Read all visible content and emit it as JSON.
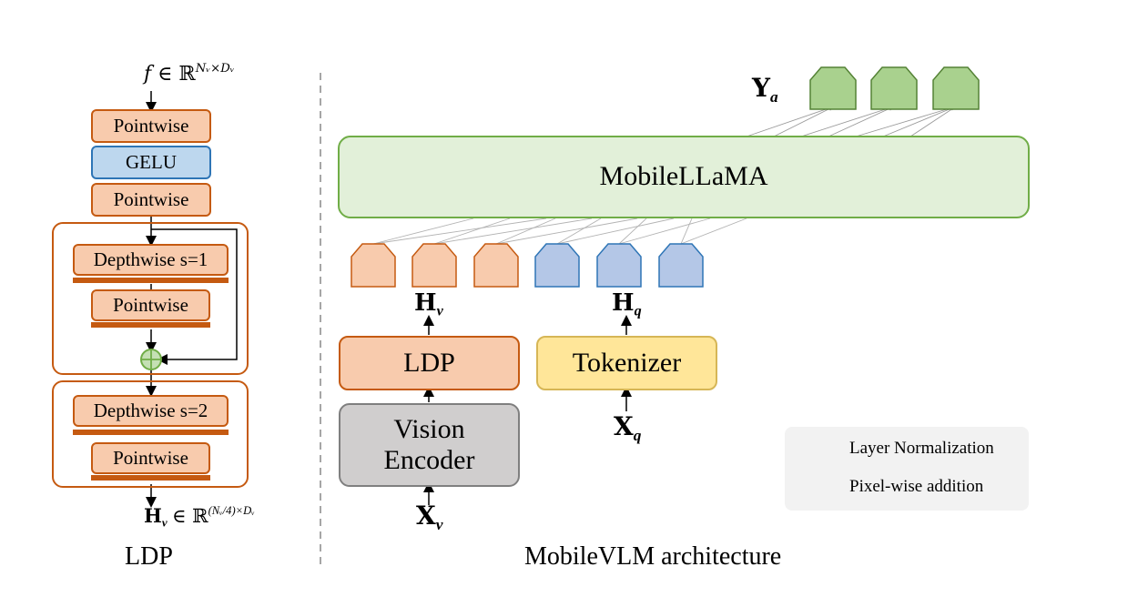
{
  "ldp": {
    "input_f": "f",
    "input_rhs": "∈ ℝ",
    "input_sup": "Nᵥ×Dᵥ",
    "blocks": {
      "pointwise_1": "Pointwise",
      "gelu": "GELU",
      "pointwise_2": "Pointwise",
      "depthwise_1": "Depthwise s=1",
      "pointwise_3": "Pointwise",
      "depthwise_2": "Depthwise s=2",
      "pointwise_4": "Pointwise"
    },
    "output_H": "H",
    "output_sub": "v",
    "output_rhs": "∈ ℝ",
    "output_sup": "(Nᵥ/4)×Dᵥ",
    "caption": "LDP"
  },
  "arch": {
    "llm": "MobileLLaMA",
    "ldp": "LDP",
    "tokenizer": "Tokenizer",
    "vision_encoder": "Vision Encoder",
    "Hv": "H",
    "Hv_sub": "v",
    "Hq": "H",
    "Hq_sub": "q",
    "Xv": "X",
    "Xv_sub": "v",
    "Xq": "X",
    "Xq_sub": "q",
    "Ya": "Y",
    "Ya_sub": "a",
    "caption": "MobileVLM architecture"
  },
  "legend": {
    "layer_norm": "Layer Normalization",
    "pixel_add": "Pixel-wise addition"
  },
  "colors": {
    "orange": "#f8cbad",
    "orange_border": "#c55a11",
    "blue": "#bdd7ee",
    "green": "#a9d18e",
    "yellow": "#ffe699",
    "gray": "#d0cece"
  }
}
